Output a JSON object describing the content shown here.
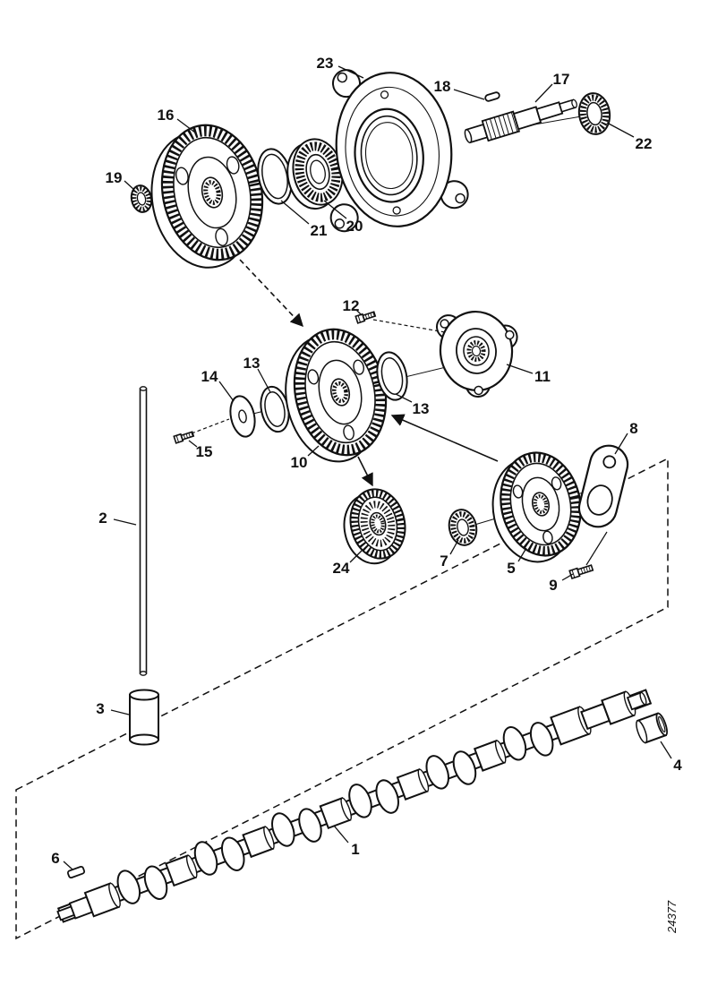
{
  "diagram": {
    "type": "exploded-parts-diagram",
    "drawing_number": "24377",
    "colors": {
      "line_art": "#111111",
      "background": "#ffffff"
    },
    "callouts": [
      {
        "label": "23"
      },
      {
        "label": "18"
      },
      {
        "label": "17"
      },
      {
        "label": "22"
      },
      {
        "label": "16"
      },
      {
        "label": "19"
      },
      {
        "label": "21"
      },
      {
        "label": "20"
      },
      {
        "label": "12"
      },
      {
        "label": "13"
      },
      {
        "label": "14"
      },
      {
        "label": "13"
      },
      {
        "label": "11"
      },
      {
        "label": "15"
      },
      {
        "label": "10"
      },
      {
        "label": "8"
      },
      {
        "label": "2"
      },
      {
        "label": "24"
      },
      {
        "label": "7"
      },
      {
        "label": "5"
      },
      {
        "label": "9"
      },
      {
        "label": "3"
      },
      {
        "label": "4"
      },
      {
        "label": "1"
      },
      {
        "label": "6"
      }
    ]
  }
}
